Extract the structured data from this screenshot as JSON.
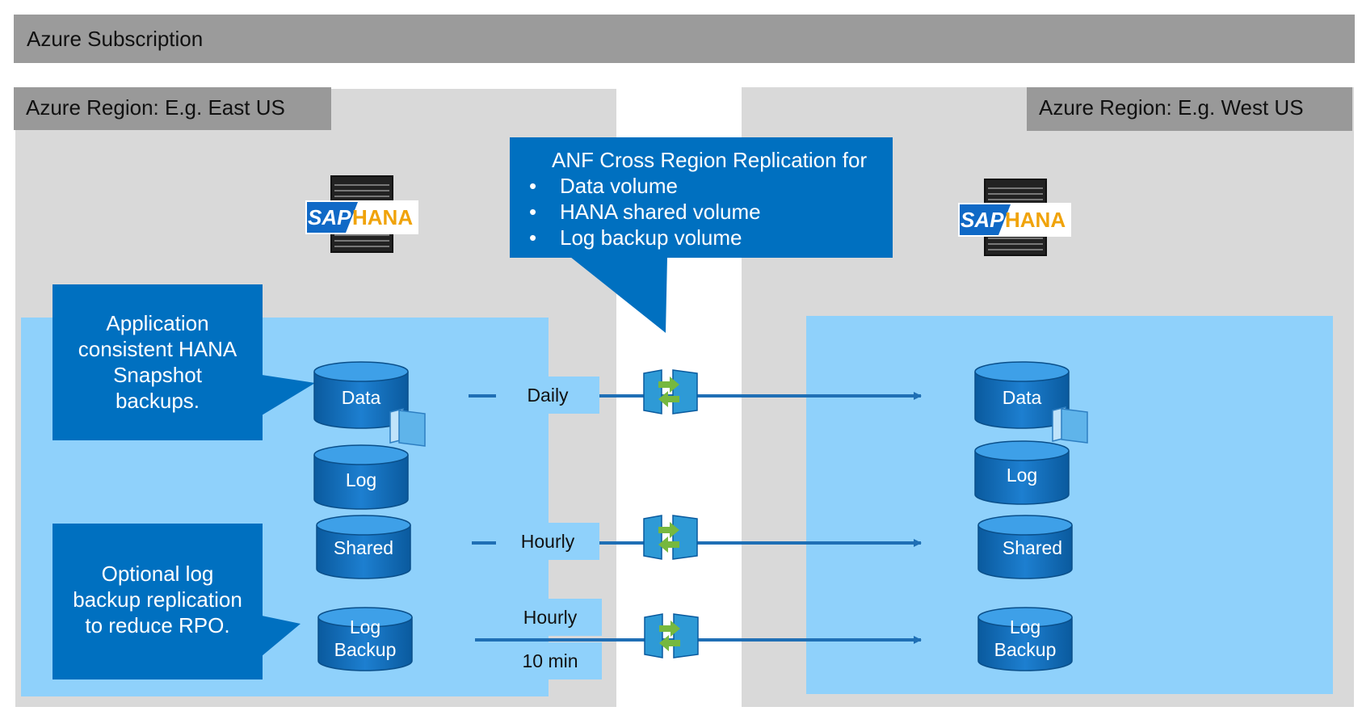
{
  "subscription": {
    "label": "Azure Subscription"
  },
  "regions": {
    "source": {
      "label": "Azure Region: E.g. East US"
    },
    "target": {
      "label": "Azure Region: E.g. West US"
    }
  },
  "logos": {
    "sap": "SAP",
    "hana": "HANA"
  },
  "callouts": {
    "snapshot": {
      "lines": [
        "Application",
        "consistent HANA",
        "Snapshot",
        "backups."
      ]
    },
    "logbackup": {
      "lines": [
        "Optional log",
        "backup replication",
        "to reduce RPO."
      ]
    },
    "cross_region": {
      "title": "ANF Cross Region Replication for",
      "items": [
        "Data volume",
        "HANA shared volume",
        "Log backup volume"
      ]
    }
  },
  "volumes": {
    "data": "Data",
    "log": "Log",
    "shared": "Shared",
    "logbackup": [
      "Log",
      "Backup"
    ]
  },
  "schedules": {
    "data": "Daily",
    "shared": "Hourly",
    "logbackup": [
      "Hourly",
      "10 min"
    ]
  },
  "colors": {
    "callout_blue": "#0070c0",
    "pane_blue": "#8fd1fb",
    "region_gray": "#d9d9d9",
    "header_gray": "#999999",
    "arrow_blue": "#1f6fb5",
    "sap_orange": "#f0a30a"
  }
}
